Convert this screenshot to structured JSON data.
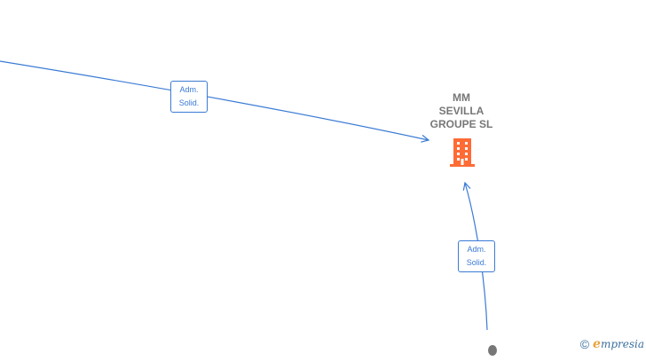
{
  "company": {
    "name_lines": [
      "MM",
      "SEVILLA",
      "GROUPE  SL"
    ],
    "icon": "building-icon",
    "color": "#ff6b35"
  },
  "edges": [
    {
      "label_lines": [
        "Adm.",
        "Solid."
      ]
    },
    {
      "label_lines": [
        "Adm.",
        "Solid."
      ]
    }
  ],
  "edge_color": "#3a7bd5",
  "person_node": {
    "icon": "person-node-icon",
    "color": "#777777"
  },
  "watermark": {
    "symbol": "©",
    "brand_initial": "e",
    "brand_rest": "mpresia"
  }
}
